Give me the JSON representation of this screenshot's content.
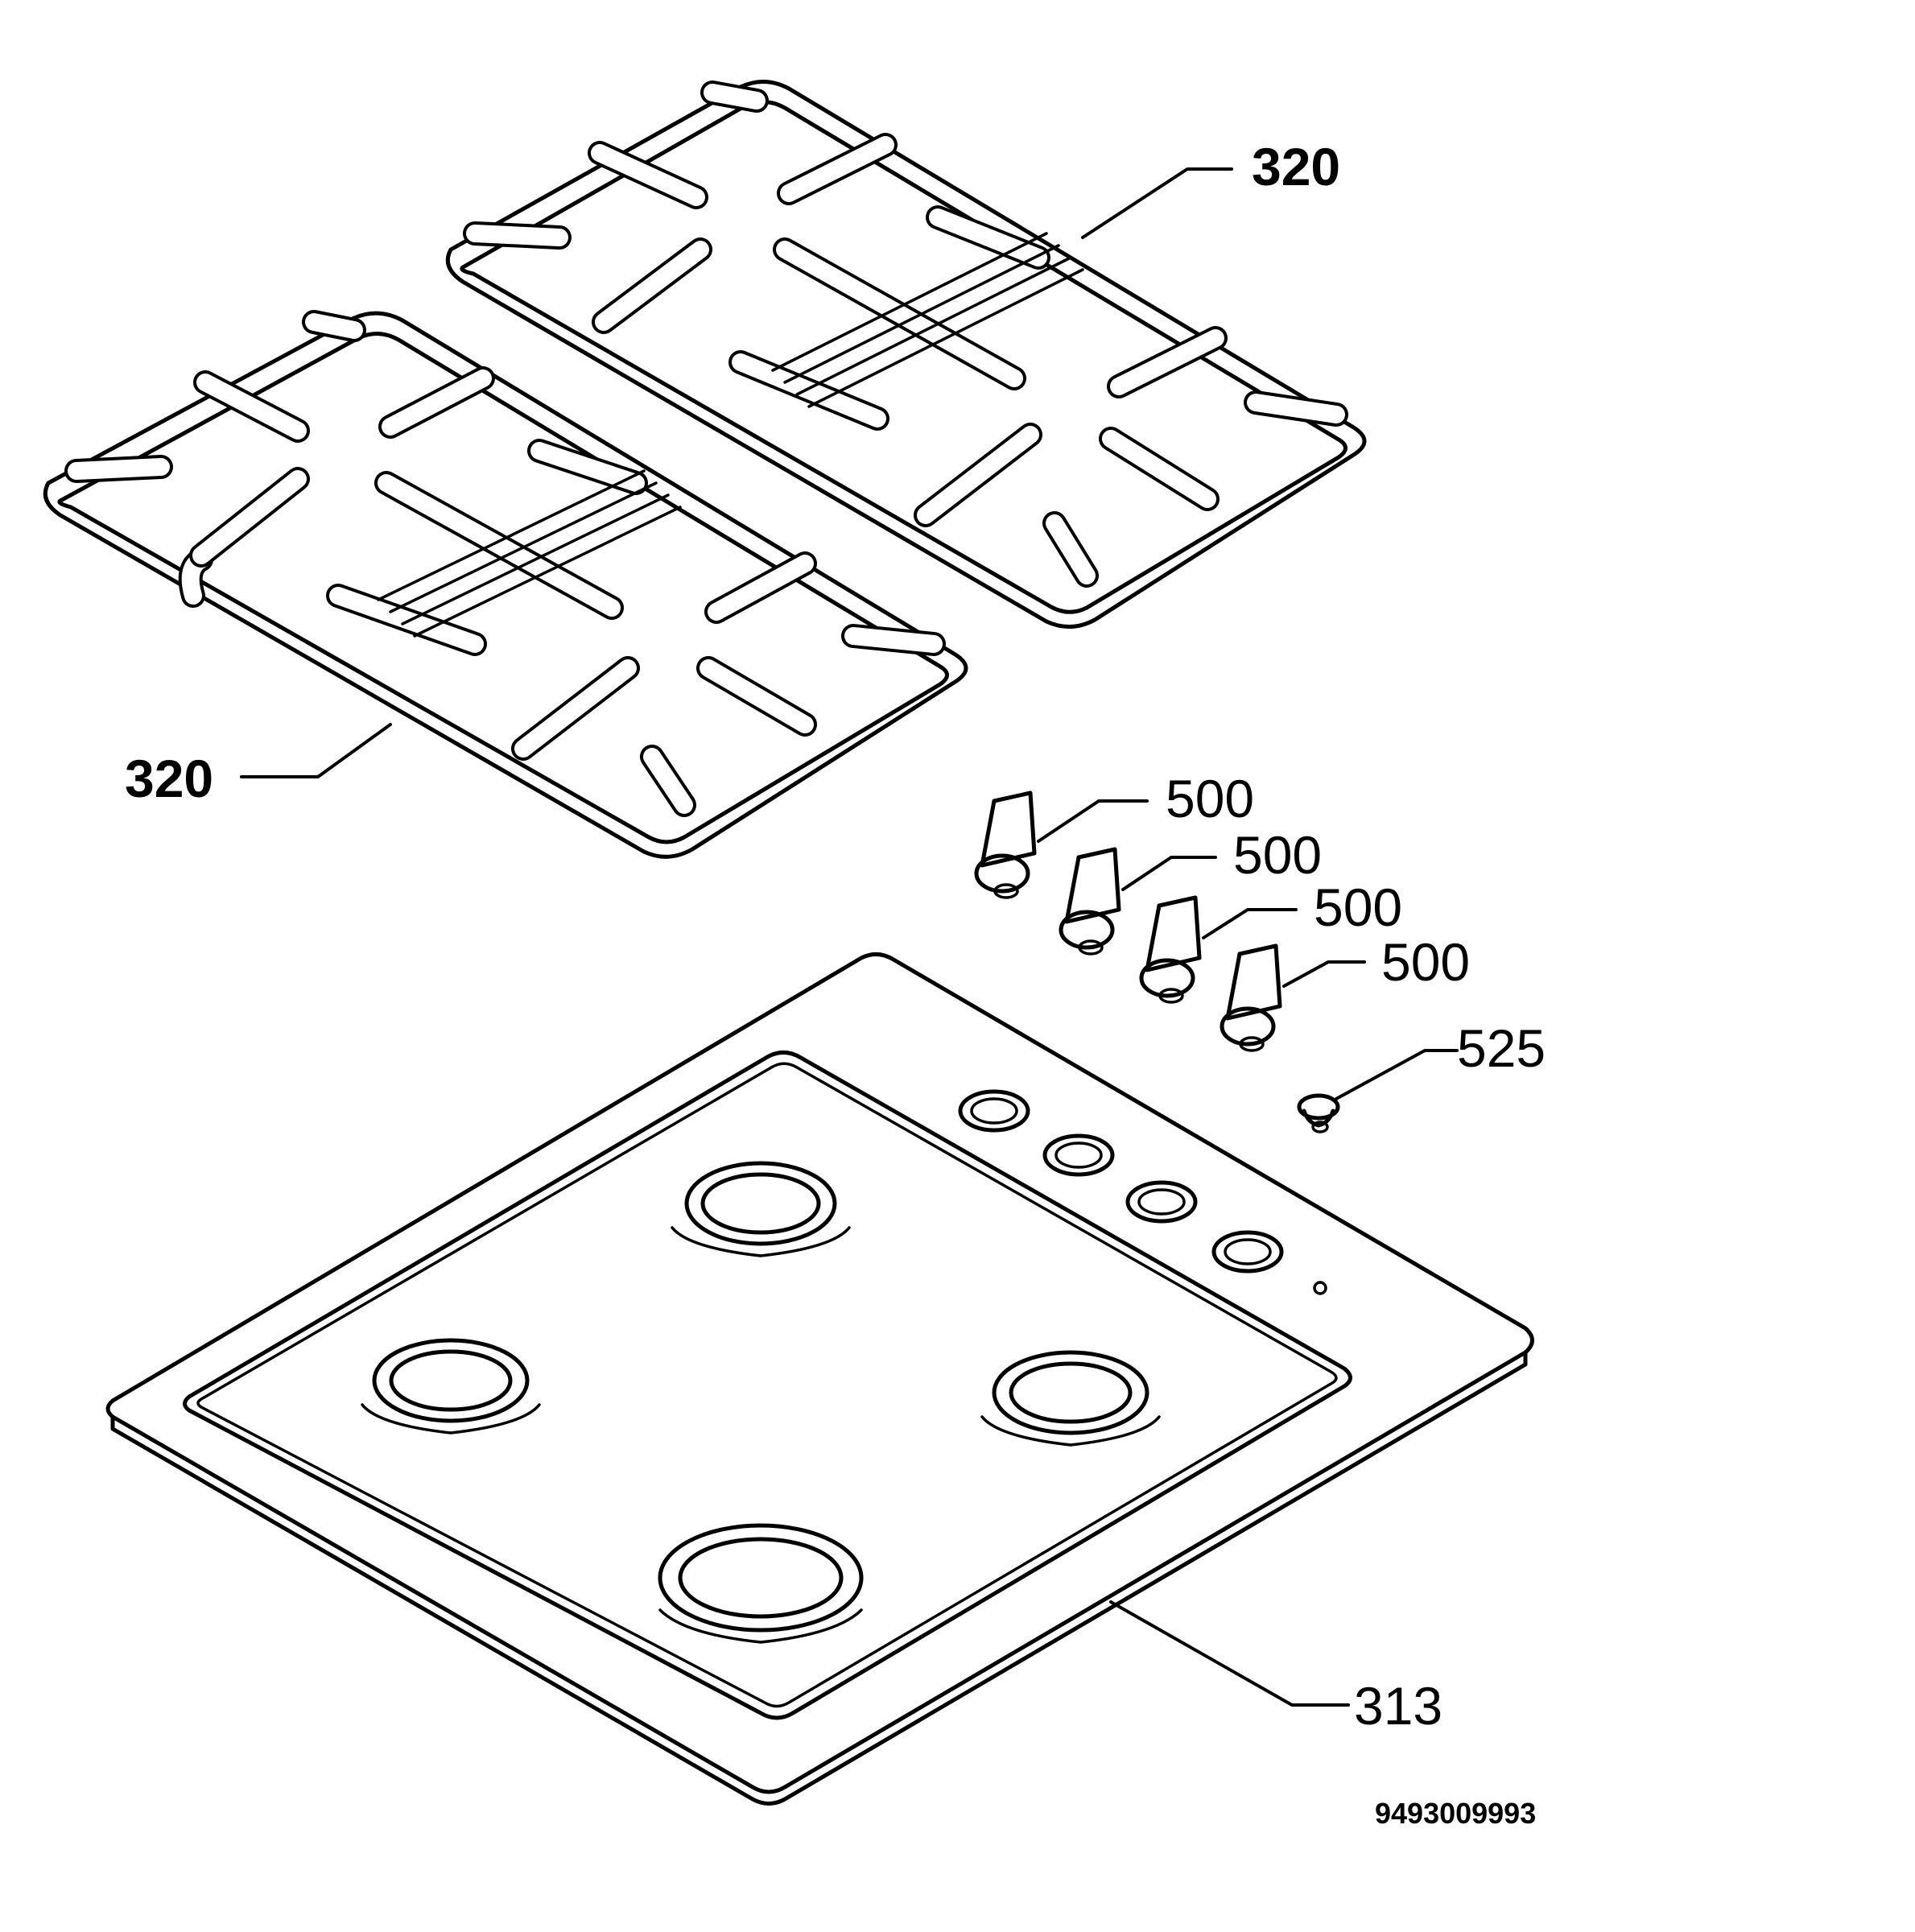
{
  "parts": {
    "grid_left": "320",
    "grid_right": "320",
    "hob": "313",
    "knob_1": "500",
    "knob_2": "500",
    "knob_3": "500",
    "knob_4": "500",
    "button": "525"
  },
  "drawing_number": "9493009993"
}
